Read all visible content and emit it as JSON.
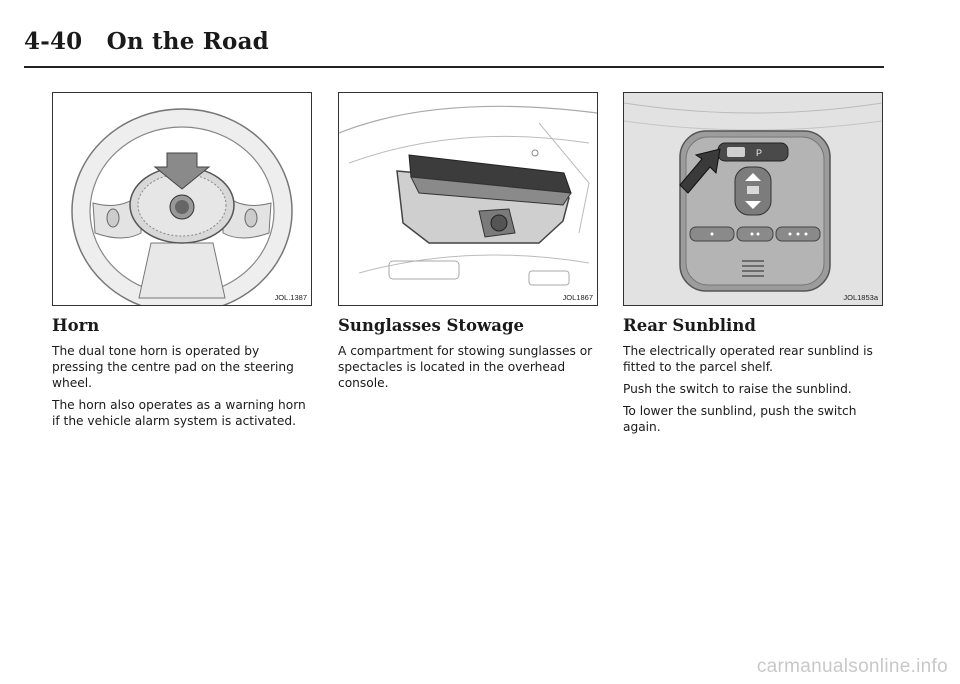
{
  "header": {
    "page_number": "4-40",
    "title": "On the Road"
  },
  "sections": [
    {
      "figure_code": "JOL.1387",
      "heading": "Horn",
      "paragraphs": [
        "The dual tone horn is operated by pressing the centre pad on the steering wheel.",
        "The horn also operates as a warning horn if the vehicle alarm system is activated."
      ]
    },
    {
      "figure_code": "JOL1867",
      "heading": "Sunglasses Stowage",
      "paragraphs": [
        "A compartment for stowing sunglasses or spectacles is located in the overhead console."
      ]
    },
    {
      "figure_code": "JOL1853a",
      "heading": "Rear Sunblind",
      "paragraphs": [
        "The electrically operated rear sunblind is fitted to the parcel shelf.",
        "Push the switch to raise the sunblind.",
        "To lower the sunblind, push the switch again."
      ]
    }
  ],
  "footer": {
    "watermark": "carmanualsonline.info"
  }
}
